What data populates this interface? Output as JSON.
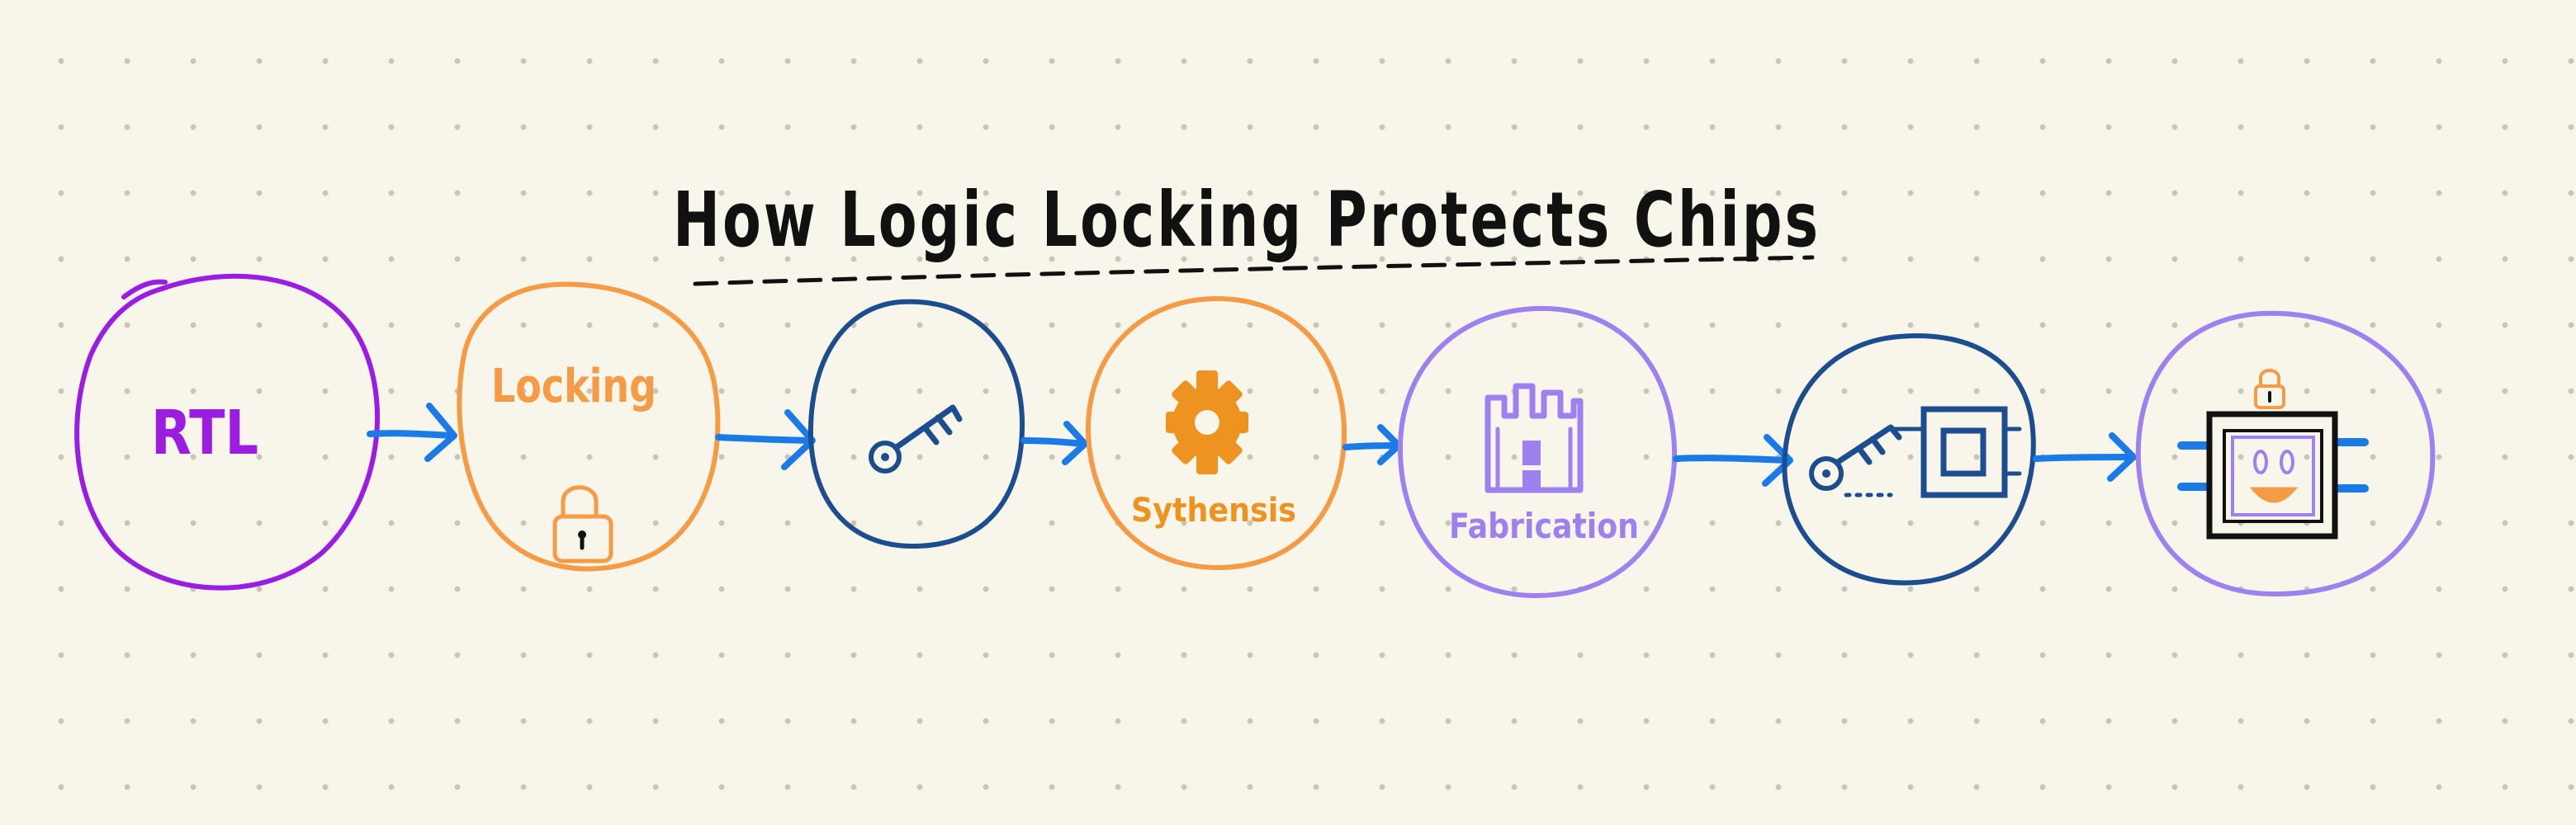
{
  "title": "How Logic Locking Protects Chips",
  "colors": {
    "background": "#f8f6ea",
    "dots": "#c9c4b4",
    "purple": "#9b1ddf",
    "orange": "#f59a45",
    "orange_dark": "#ef9320",
    "navy": "#1b4d8f",
    "lavender": "#9e80ee",
    "arrow_blue": "#1b7be6",
    "ink": "#111111"
  },
  "nodes": [
    {
      "id": "rtl",
      "label": "RTL",
      "color": "purple",
      "icon": ""
    },
    {
      "id": "locking",
      "label": "Locking",
      "color": "orange",
      "icon": "padlock-icon"
    },
    {
      "id": "key",
      "label": "",
      "color": "navy",
      "icon": "key-icon"
    },
    {
      "id": "synthesis",
      "label": "Sythensis",
      "color": "orange_dark",
      "icon": "gear-icon"
    },
    {
      "id": "fabrication",
      "label": "Fabrication",
      "color": "lavender",
      "icon": "factory-icon"
    },
    {
      "id": "key-chip",
      "label": "",
      "color": "navy",
      "icon": "key-to-chip-icon"
    },
    {
      "id": "protected-chip",
      "label": "",
      "color": "lavender",
      "icon": "happy-locked-chip-icon"
    }
  ]
}
